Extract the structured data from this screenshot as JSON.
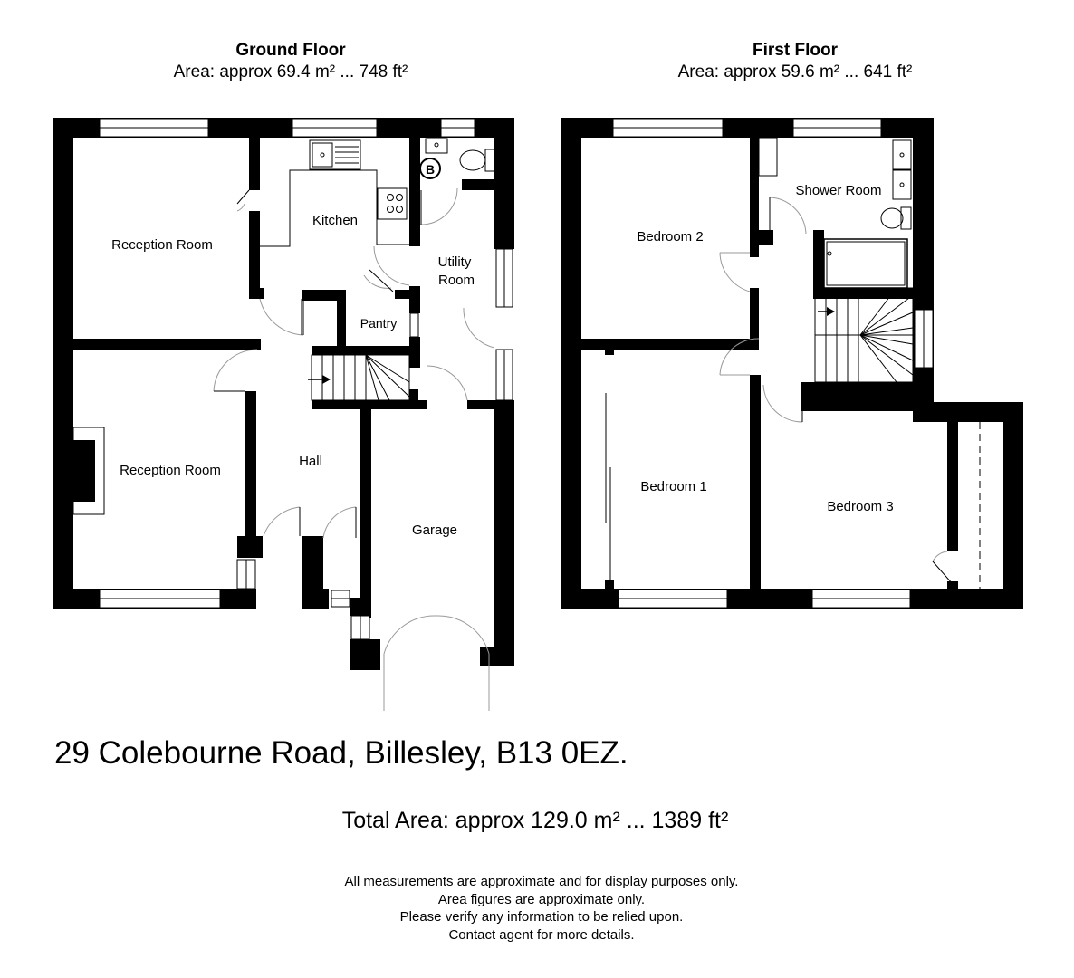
{
  "ground_floor": {
    "title": "Ground Floor",
    "area": "Area: approx 69.4 m² ... 748 ft²",
    "rooms": {
      "reception_room_front": "Reception Room",
      "reception_room_rear": "Reception Room",
      "kitchen": "Kitchen",
      "utility_room_line1": "Utility",
      "utility_room_line2": "Room",
      "pantry": "Pantry",
      "hall": "Hall",
      "garage": "Garage",
      "boiler_symbol": "B"
    }
  },
  "first_floor": {
    "title": "First Floor",
    "area": "Area: approx 59.6 m² ... 641 ft²",
    "rooms": {
      "bedroom_1": "Bedroom 1",
      "bedroom_2": "Bedroom 2",
      "bedroom_3": "Bedroom 3",
      "shower_room": "Shower Room"
    }
  },
  "address": "29 Colebourne Road, Billesley, B13 0EZ.",
  "total_area": "Total Area: approx 129.0 m² ... 1389 ft²",
  "disclaimer": [
    "All measurements are approximate and for display purposes only.",
    "Area figures are approximate only.",
    "Please verify any information to be relied upon.",
    "Contact agent for more details."
  ],
  "colors": {
    "wall": "#000000",
    "background": "#ffffff",
    "fixture_line": "#888888"
  }
}
